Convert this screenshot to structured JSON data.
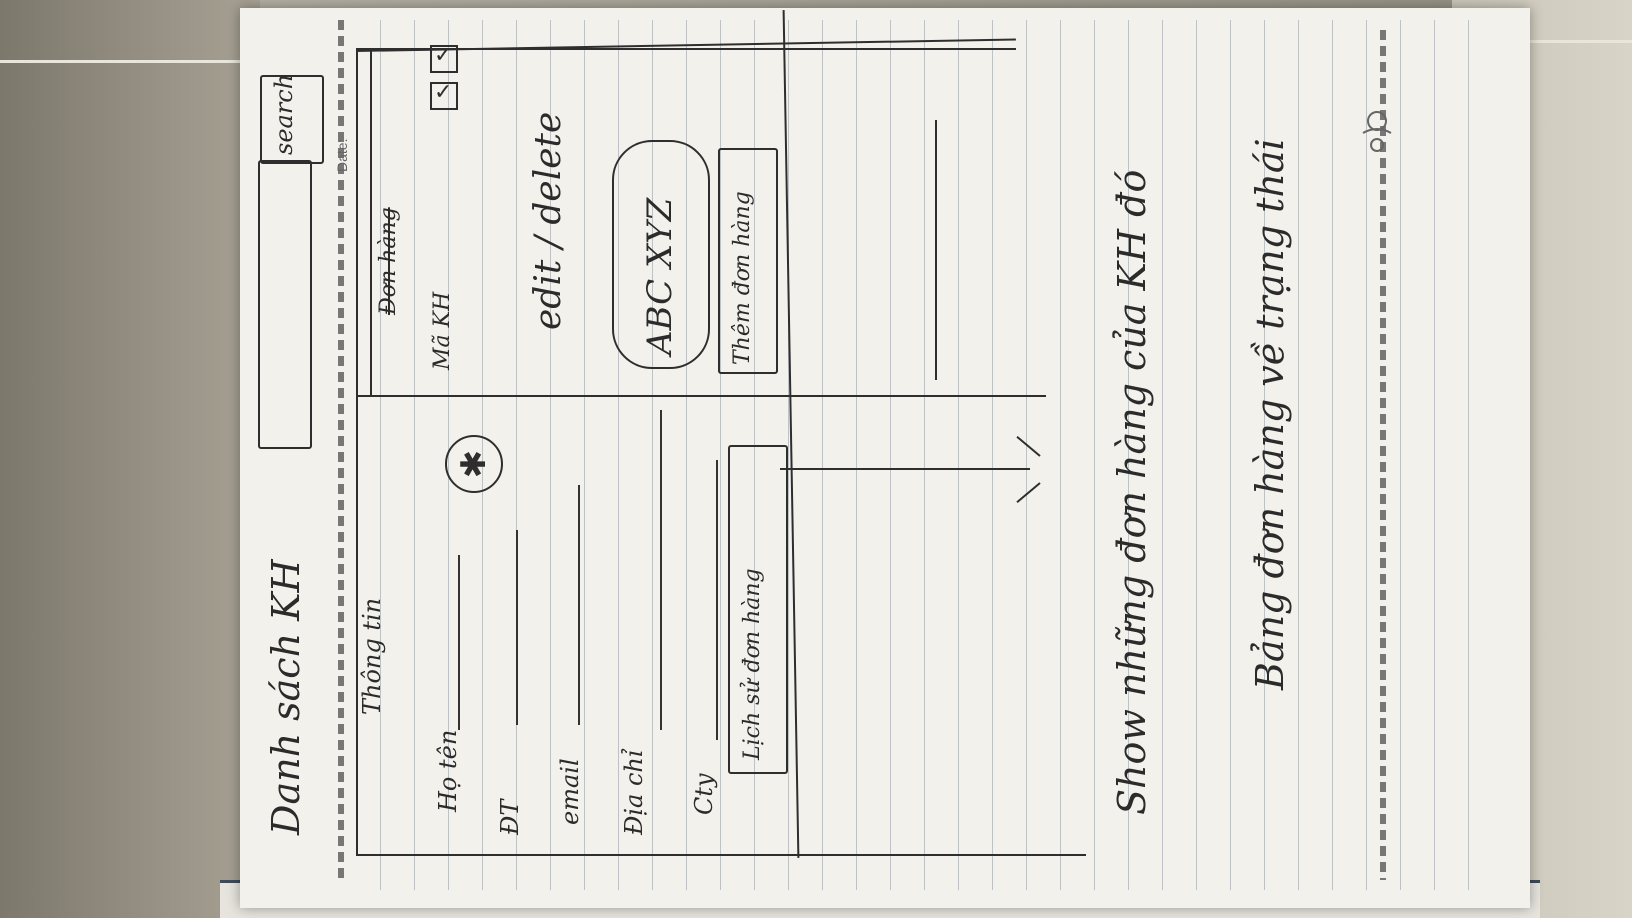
{
  "sketch": {
    "title": "Danh sách KH",
    "search_button": "search",
    "date_label": "Date:",
    "customer_info_heading": "Thông tin",
    "fields": [
      {
        "label": "Họ tên"
      },
      {
        "label": "ĐT"
      },
      {
        "label": "email"
      },
      {
        "label": "Địa chỉ"
      },
      {
        "label": "Cty"
      }
    ],
    "order_history_button": "Lịch sử đơn hàng",
    "table_header_struck": "Đơn hàng",
    "table_header_code": "Mã KH",
    "table_action_label": "edit / delete",
    "code_value": "ABC XYZ",
    "add_order_button": "Thêm đơn hàng",
    "note_line_1": "Show những đơn hàng của KH đó",
    "note_line_2": "Bảng đơn hàng về trạng thái"
  }
}
